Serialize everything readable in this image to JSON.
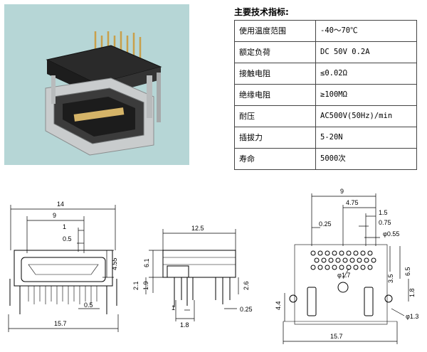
{
  "photo": {
    "alt": ""
  },
  "spec": {
    "title": "主要技术指标:",
    "rows": [
      {
        "label": "使用温度范围",
        "value": "-40～70℃"
      },
      {
        "label": "额定负荷",
        "value": "DC 50V 0.2A"
      },
      {
        "label": "接触电阻",
        "value": "≤0.02Ω"
      },
      {
        "label": "绝缘电阻",
        "value": "≥100MΩ"
      },
      {
        "label": "耐压",
        "value": "AC500V(50Hz)/min"
      },
      {
        "label": "插拔力",
        "value": "5-20N"
      },
      {
        "label": "寿命",
        "value": "5000次"
      }
    ]
  },
  "front_view": {
    "dims": {
      "d14": "14",
      "d9": "9",
      "d1": "1",
      "d05": "0.5",
      "d455": "4.55",
      "d05b": "0.5",
      "d157": "15.7"
    }
  },
  "side_view": {
    "dims": {
      "d125": "12.5",
      "d61": "6.1",
      "d21": "2.1",
      "d19": "1.9",
      "d26": "2.6",
      "d1": "1",
      "d18": "1.8",
      "d025": "0.25"
    }
  },
  "footprint": {
    "dims": {
      "d9": "9",
      "d475": "4.75",
      "d15": "1.5",
      "d025": "0.25",
      "d075": "0.75",
      "phi055": "φ0.55",
      "phi17": "φ1.7",
      "d35": "3.5",
      "d65": "6.5",
      "d18": "1.8",
      "d44": "4.4",
      "phi13": "φ1.3",
      "d157": "15.7"
    }
  }
}
